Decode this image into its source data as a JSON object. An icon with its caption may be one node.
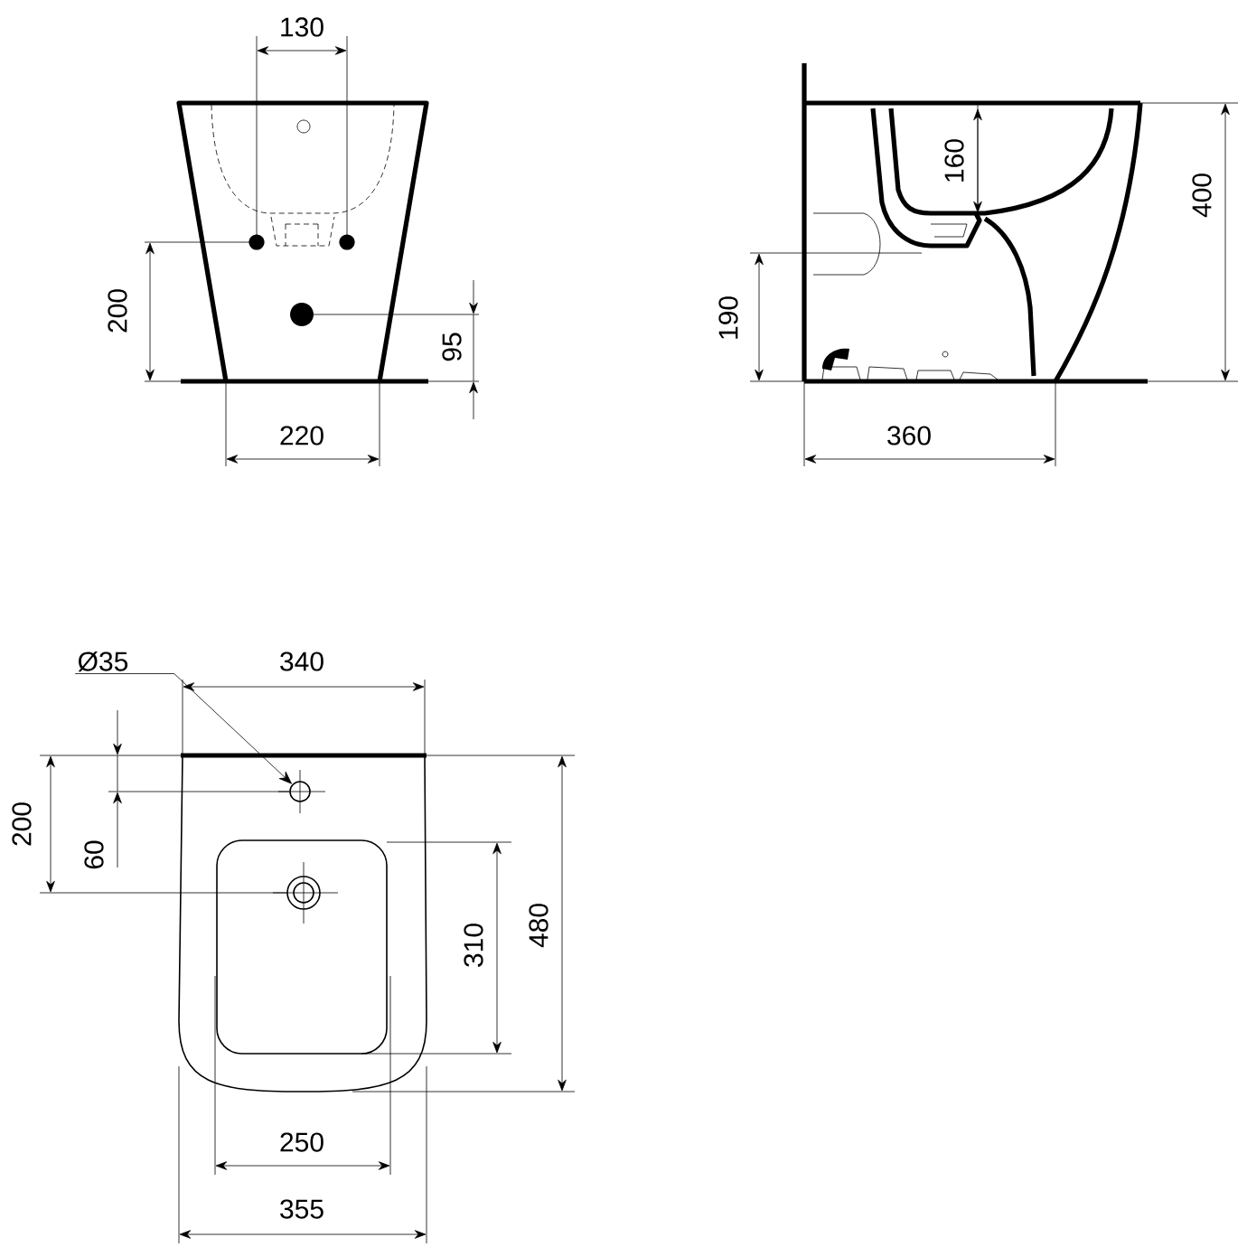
{
  "diagram": {
    "nodes": [
      {
        "text": [
          "Ø35"
        ]
      },
      {
        "text": [],
        "shape": "circle"
      }
    ],
    "edges": [
      {
        "from": 0,
        "to": 1,
        "arrow": "to"
      }
    ],
    "labels": [
      "130",
      "200",
      "95",
      "220",
      "160",
      "400",
      "190",
      "360",
      "340",
      "200",
      "60",
      "310",
      "480",
      "250",
      "355"
    ]
  }
}
